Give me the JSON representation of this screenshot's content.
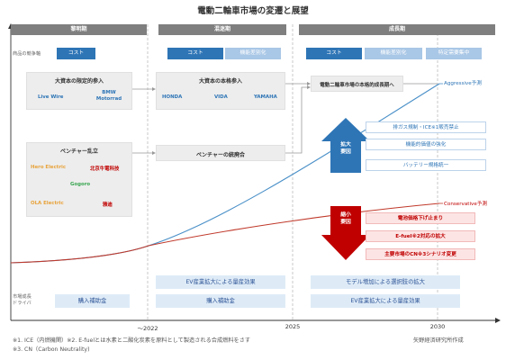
{
  "title": "電動二輪車市場の変遷と展望",
  "phases": [
    "黎明期",
    "混迷期",
    "成長期"
  ],
  "row_label_competition": "商品の競争軸",
  "tags": {
    "p1": "コスト",
    "p2a": "コスト",
    "p2b": "機能差別化",
    "p3a": "コスト",
    "p3b": "機能差別化",
    "p3c": "特定需要集中"
  },
  "box1": {
    "title": "大資本の限定的参入",
    "brands": [
      "Live Wire",
      "BMW Motorrad"
    ]
  },
  "box2": {
    "title": "ベンチャー乱立",
    "brands": [
      "Hero Electric",
      "北京牛電科技",
      "Gogoro",
      "OLA Electric",
      "雅迪"
    ]
  },
  "box3": {
    "title": "大資本の本格参入",
    "brands": [
      "HONDA",
      "VIDA",
      "YAMAHA"
    ]
  },
  "box4": {
    "title": "ベンチャーの統廃合"
  },
  "box5": {
    "title": "電動二輪車市場の本格的成長期へ"
  },
  "scenarios": {
    "aggressive": "Aggressive予測",
    "conservative": "Conservative予測"
  },
  "expand": {
    "label": "拡大\n要因",
    "items": [
      "排ガス規制・ICE※1販売禁止",
      "機能的価値の強化",
      "バッテリー規格統一"
    ]
  },
  "shrink": {
    "label": "縮小\n要因",
    "items": [
      "電池価格下げ止まり",
      "E-fuel※2対応の拡大",
      "主要市場のCN※3シナリオ変更"
    ]
  },
  "driver_row_label": "市場成長\nドライバ",
  "drivers": {
    "p1": "購入補助金",
    "p2a": "EV産業拡大による量産効果",
    "p2b": "購入補助金",
    "p3a": "モデル増加による選択肢の拡大",
    "p3b": "EV産業拡大による量産効果"
  },
  "axis_labels": [
    "～2022",
    "2025",
    "2030"
  ],
  "footnotes": [
    "※1. ICE（内燃機関）※2. E-fuelとは水素と二酸化炭素を原料として製造される合成燃料をさす",
    "※3. CN（Carbon Neutrality)"
  ],
  "source": "矢野経済研究所作成",
  "colors": {
    "aggressive": "#4a90c8",
    "conservative": "#c0392b",
    "expand_arrow": "#2e75b6",
    "shrink_arrow": "#c00000",
    "phase_bar": "#7f7f7f"
  },
  "brand_colors": {
    "Live Wire": "#2e75b6",
    "BMW Motorrad": "#2e75b6",
    "Hero Electric": "#e8a33c",
    "北京牛電科技": "#c00000",
    "Gogoro": "#3aa652",
    "OLA Electric": "#e8a33c",
    "雅迪": "#c00000",
    "HONDA": "#2e75b6",
    "VIDA": "#2e75b6",
    "YAMAHA": "#2e75b6"
  }
}
